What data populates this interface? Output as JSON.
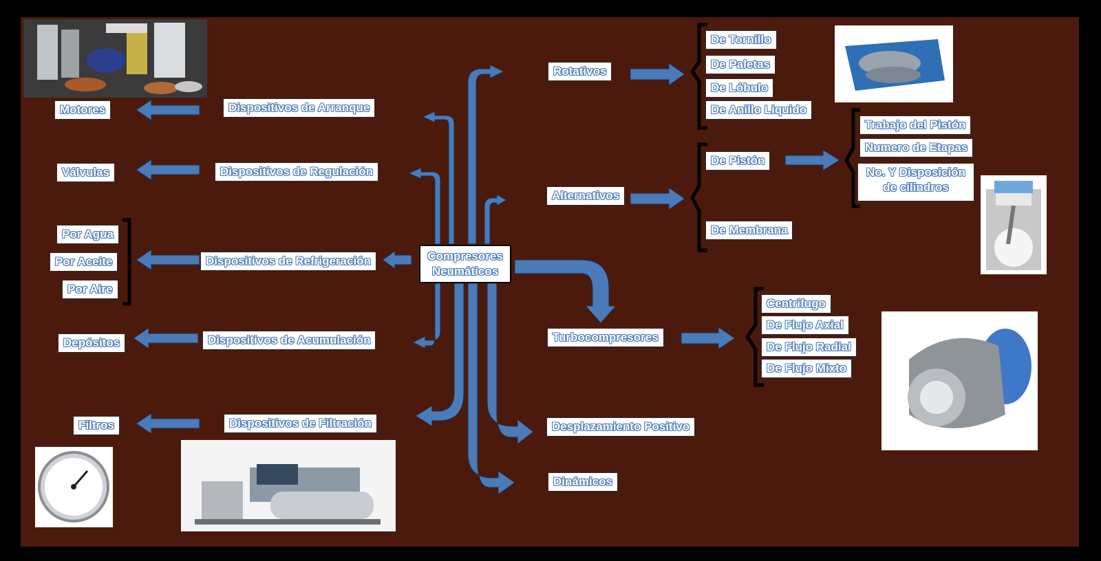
{
  "diagram": {
    "root": "Compresores Neumáticos",
    "left_branches": {
      "arranque": "Dispositivos de Arranque",
      "regulacion": "Dispositivos de Regulación",
      "refrigeracion": "Dispositivos de Refrigeración",
      "acumulacion": "Dispositivos de Acumulación",
      "filtracion": "Dispositivos de Filtración"
    },
    "left_leaves": {
      "motores": "Motores",
      "valvulas": "Válvulas",
      "por_agua": "Por Agua",
      "por_aceite": "Por Aceite",
      "por_aire": "Por Aire",
      "depositos": "Depósitos",
      "filtros": "Filtros"
    },
    "right_branches": {
      "rotativos": "Rotativos",
      "alternativos": "Alternativos",
      "turbocompresores": "Turbocompresores",
      "desplazamiento": "Desplazamiento Positivo",
      "dinamicos": "Dinámicos"
    },
    "rotativos_types": [
      "De Tornillo",
      "De Paletas",
      "De Lóbulo",
      "De Anillo Liquido"
    ],
    "alternativos_types": {
      "piston": "De Pistón",
      "membrana": "De Membrana"
    },
    "piston_features": [
      "Trabajo del Pistón",
      "Numero de Etapas",
      "No. Y Disposición de cilindros"
    ],
    "turbo_types": [
      "Centrifugo",
      "De Flujo Axial",
      "De Flujo Radial",
      "De Flujo Mixto"
    ]
  },
  "colors": {
    "background": "#4b1a0c",
    "border": "#000000",
    "arrow": "#4a7ab8",
    "label_bg": "#ffffff"
  },
  "images": {
    "parts": "parts-photo",
    "gauge": "pressure-gauge-photo",
    "plant": "compressor-plant-photo",
    "screw": "screw-compressor-photo",
    "piston": "piston-diagram",
    "turbo": "turbocompressor-photo"
  }
}
